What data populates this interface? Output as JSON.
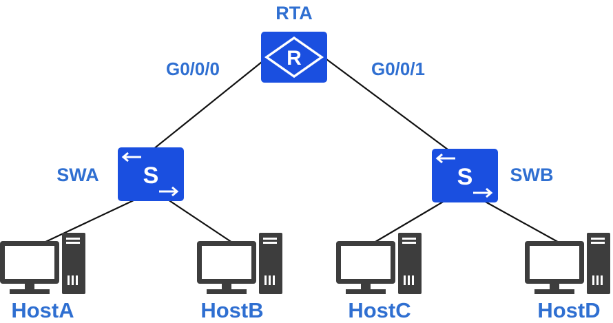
{
  "diagram": {
    "router": {
      "name": "RTA",
      "symbol": "R",
      "port_left": "G0/0/0",
      "port_right": "G0/0/1"
    },
    "switches": [
      {
        "name": "SWA",
        "symbol": "S"
      },
      {
        "name": "SWB",
        "symbol": "S"
      }
    ],
    "hosts": [
      "HostA",
      "HostB",
      "HostC",
      "HostD"
    ],
    "colors": {
      "device_fill": "#1a4fe0",
      "label": "#2f6fd1",
      "link": "#111111",
      "pc_body": "#3d3d3d"
    },
    "links": [
      [
        "RTA",
        "SWA"
      ],
      [
        "RTA",
        "SWB"
      ],
      [
        "SWA",
        "HostA"
      ],
      [
        "SWA",
        "HostB"
      ],
      [
        "SWB",
        "HostC"
      ],
      [
        "SWB",
        "HostD"
      ]
    ]
  }
}
